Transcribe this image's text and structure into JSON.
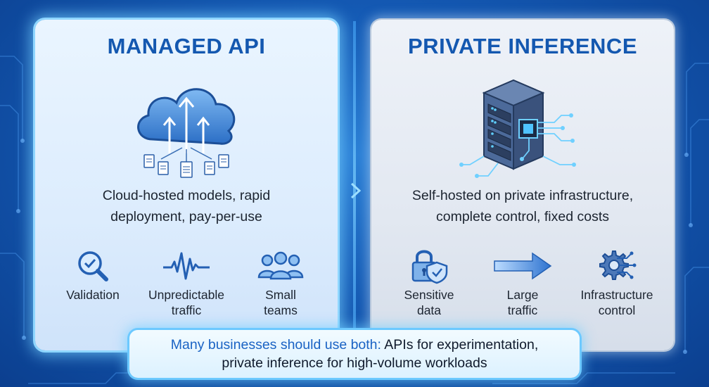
{
  "left_panel": {
    "title": "MANAGED API",
    "hero_icon": "cloud-upload-icon",
    "description_line1": "Cloud-hosted models, rapid",
    "description_line2": "deployment, pay-per-use",
    "features": [
      {
        "icon": "magnifier-check-icon",
        "line1": "Validation",
        "line2": ""
      },
      {
        "icon": "waveform-icon",
        "line1": "Unpredictable",
        "line2": "traffic"
      },
      {
        "icon": "team-icon",
        "line1": "Small",
        "line2": "teams"
      }
    ]
  },
  "right_panel": {
    "title": "PRIVATE INFERENCE",
    "hero_icon": "server-chip-icon",
    "description_line1": "Self-hosted on private infrastructure,",
    "description_line2": "complete control, fixed costs",
    "features": [
      {
        "icon": "lock-shield-icon",
        "line1": "Sensitive",
        "line2": "data"
      },
      {
        "icon": "arrow-right-icon",
        "line1": "Large",
        "line2": "traffic"
      },
      {
        "icon": "gear-circuit-icon",
        "line1": "Infrastructure",
        "line2": "control"
      }
    ]
  },
  "banner": {
    "highlight": "Many businesses should use both:",
    "rest_line1": " APIs for experimentation,",
    "line2": "private inference for high-volume workloads"
  },
  "colors": {
    "background": "#1459b3",
    "title_blue": "#1458b0",
    "highlight_blue": "#1a63c4",
    "glow": "#8fd6ff"
  }
}
